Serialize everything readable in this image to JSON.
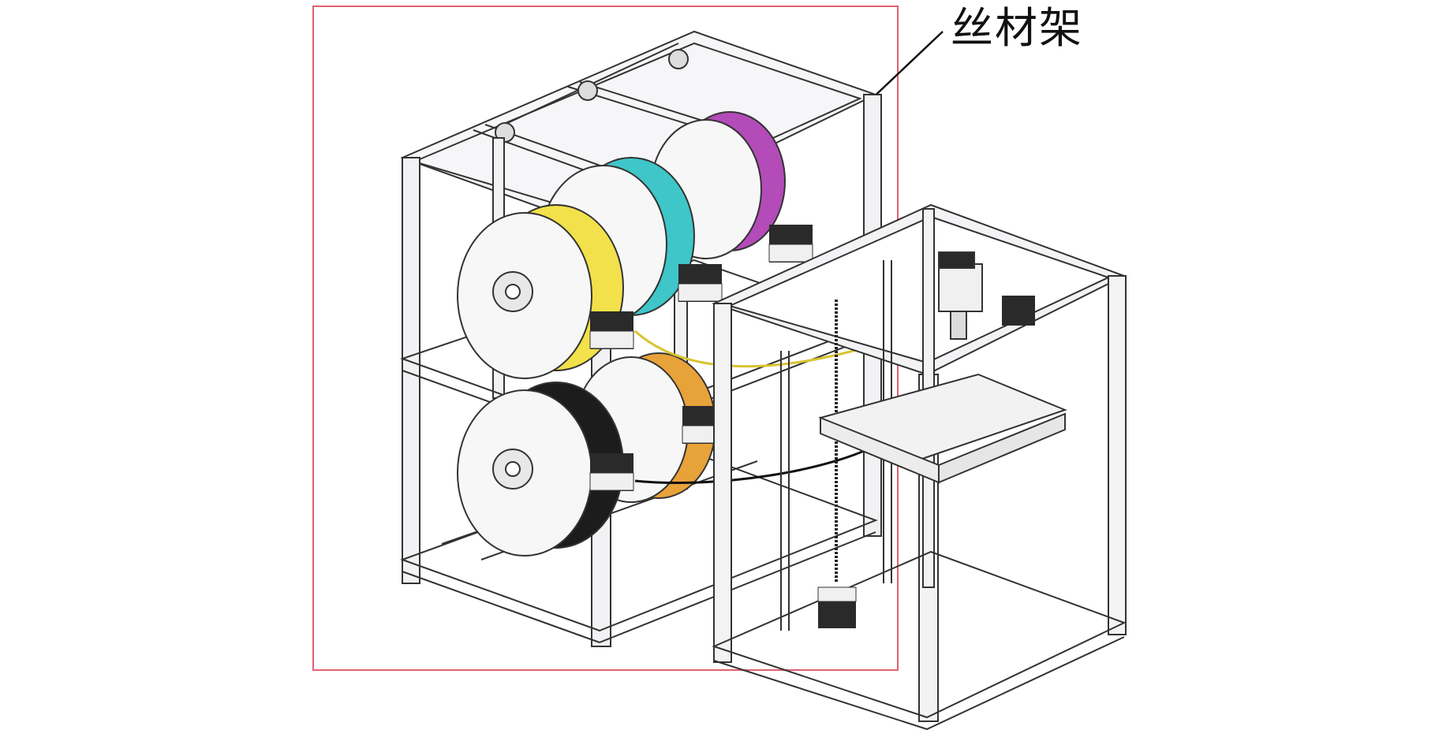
{
  "figure": {
    "callout_label": "丝材架",
    "colors": {
      "highlight_box": "#e06070",
      "frame_stroke": "#333333",
      "frame_fill": "#f3f3f6",
      "spool_fill": "#f7f7f7",
      "filament_yellow": "#f2e14a",
      "filament_cyan": "#3fc6c8",
      "filament_magenta": "#b34bb8",
      "filament_black": "#1c1c1c",
      "filament_orange": "#e8a23a",
      "motor_fill": "#2a2a2a",
      "tube_yellow": "#d8c431",
      "tube_teal": "#3fb7b0",
      "tube_black": "#111111"
    },
    "components": [
      "filament-rack",
      "filament-spool",
      "stepper-motor",
      "printer-frame",
      "build-platform",
      "z-axis-leadscrew",
      "extruder-head",
      "filament-tube"
    ]
  }
}
